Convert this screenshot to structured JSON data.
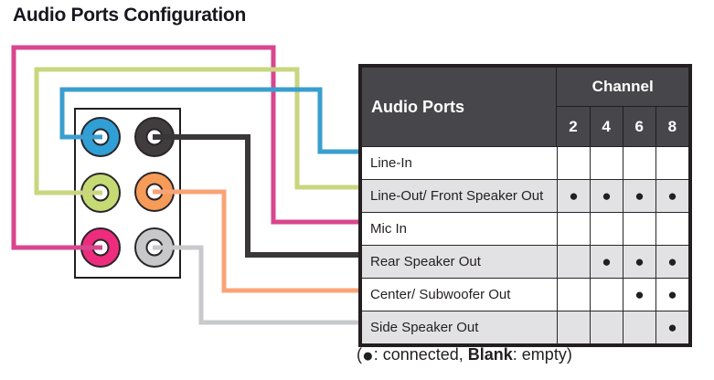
{
  "title": "Audio Ports Configuration",
  "jacks": [
    {
      "name": "line-in-jack",
      "color": "#2f9fd6"
    },
    {
      "name": "rear-speaker-jack",
      "color": "#413d3e"
    },
    {
      "name": "line-out-jack",
      "color": "#c6da74"
    },
    {
      "name": "center-subwoofer-jack",
      "color": "#f79b58"
    },
    {
      "name": "mic-in-jack",
      "color": "#ee2c7d"
    },
    {
      "name": "side-speaker-jack",
      "color": "#c8c8ca"
    }
  ],
  "wires": [
    {
      "name": "mic-in-wire",
      "color": "#d9468d"
    },
    {
      "name": "line-out-wire",
      "color": "#c9d67f"
    },
    {
      "name": "line-in-wire",
      "color": "#3a9ecf"
    },
    {
      "name": "rear-speaker-wire",
      "color": "#3a3738"
    },
    {
      "name": "center-subwoofer-wire",
      "color": "#f8a476"
    },
    {
      "name": "side-speaker-wire",
      "color": "#c8c9cb"
    }
  ],
  "colors": {
    "ink": "#231f20",
    "header_bg": "#47474b",
    "row_alt_bg": "#e2e2e4"
  },
  "table": {
    "header": {
      "ports": "Audio Ports",
      "channel": "Channel",
      "channels": [
        "2",
        "4",
        "6",
        "8"
      ]
    },
    "rows": [
      {
        "label": "Line-In",
        "cells": [
          "",
          "",
          "",
          ""
        ]
      },
      {
        "label": "Line-Out/ Front Speaker Out",
        "cells": [
          "●",
          "●",
          "●",
          "●"
        ]
      },
      {
        "label": "Mic In",
        "cells": [
          "",
          "",
          "",
          ""
        ]
      },
      {
        "label": "Rear Speaker Out",
        "cells": [
          "",
          "●",
          "●",
          "●"
        ]
      },
      {
        "label": "Center/ Subwoofer Out",
        "cells": [
          "",
          "",
          "●",
          "●"
        ]
      },
      {
        "label": "Side Speaker Out",
        "cells": [
          "",
          "",
          "",
          "●"
        ]
      }
    ]
  },
  "legend": {
    "prefix": "(",
    "dot": "●",
    "middle": ": connected, ",
    "bold": "Blank",
    "suffix": ": empty)"
  }
}
